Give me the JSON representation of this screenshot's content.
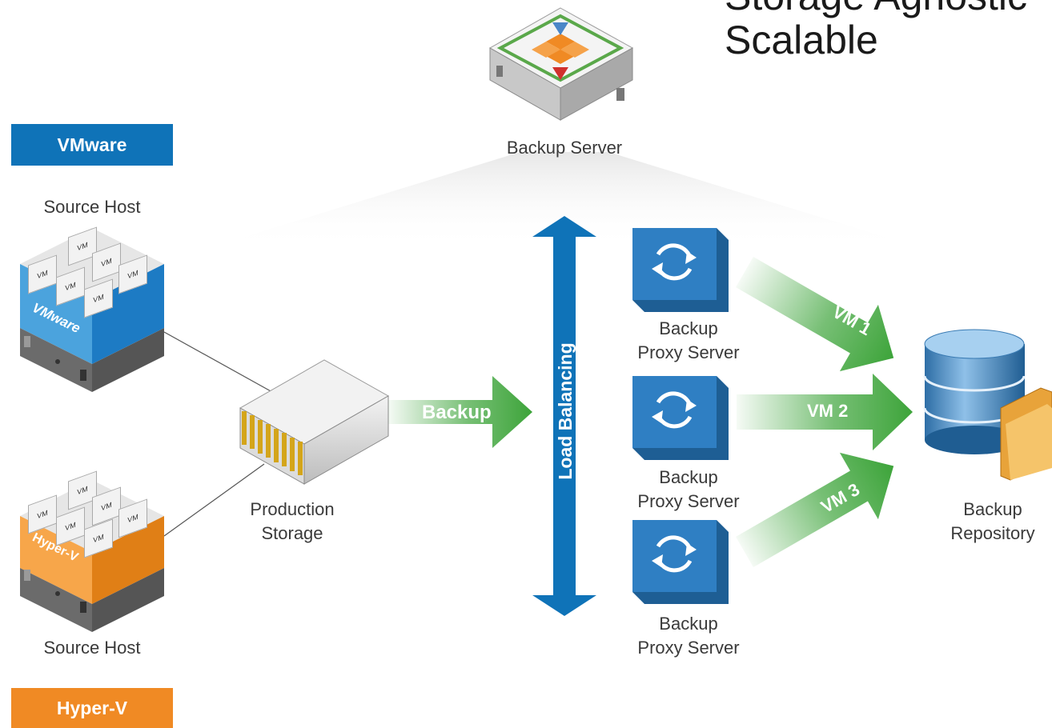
{
  "header": {
    "lines": [
      "Storage Agnostic",
      "Scalable"
    ]
  },
  "platforms": {
    "vmware": {
      "badge": "VMware",
      "color": "#0f73b8",
      "host_label": "Source Host",
      "layer_text": "VMware"
    },
    "hyperv": {
      "badge": "Hyper-V",
      "color": "#f08a24",
      "host_label": "Source Host",
      "layer_text": "Hyper-V"
    }
  },
  "vm_tag": "VM",
  "backup_server": {
    "label": "Backup Server"
  },
  "storage": {
    "label_line1": "Production",
    "label_line2": "Storage"
  },
  "backup_arrow": {
    "label": "Backup"
  },
  "load_balancing": {
    "label": "Load Balancing",
    "color": "#0f73b8"
  },
  "proxies": [
    {
      "line1": "Backup",
      "line2": "Proxy Server"
    },
    {
      "line1": "Backup",
      "line2": "Proxy Server"
    },
    {
      "line1": "Backup",
      "line2": "Proxy Server"
    }
  ],
  "flows": [
    "VM 1",
    "VM 2",
    "VM 3"
  ],
  "repository": {
    "line1": "Backup",
    "line2": "Repository"
  },
  "colors": {
    "green": "#3da43a",
    "blue": "#0f73b8",
    "orange": "#f08a24",
    "proxy_blue": "#2f7fc3"
  }
}
